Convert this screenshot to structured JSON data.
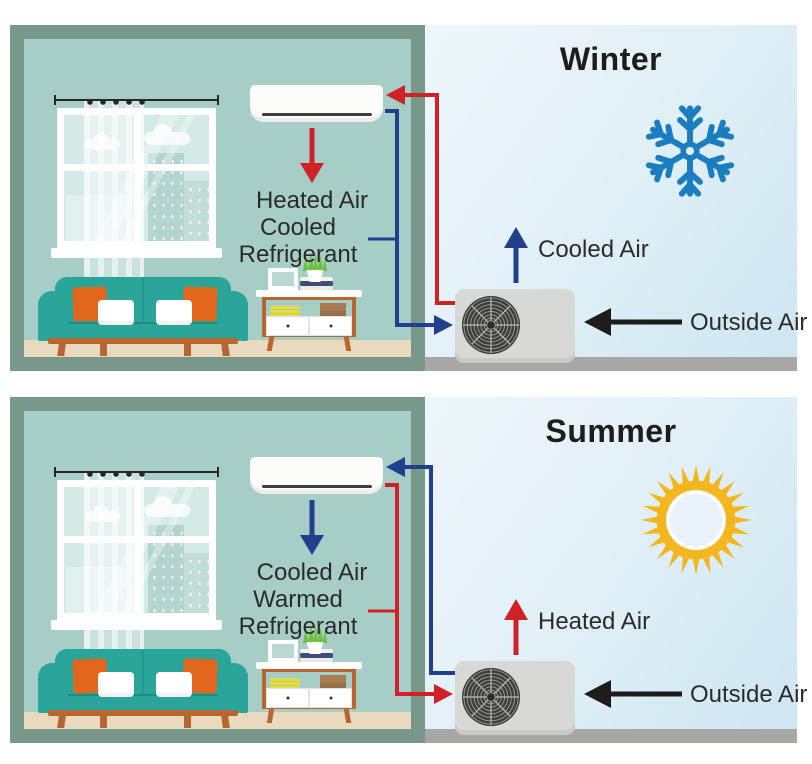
{
  "palette": {
    "red": "#cf2127",
    "blue": "#20408e",
    "arrow-black": "#1c1c1a",
    "sky-light": "#eef7fb",
    "sky-deep": "#cde6f1",
    "ground": "#a7a7a5",
    "wall": "#a6cec7",
    "wall-border": "#78998a",
    "floor": "#e9d9be",
    "sofa": "#29a59a",
    "sofa-dark": "#1d8d84",
    "pillow": "#e2671c",
    "wood": "#b8662f",
    "glass": "#d3eae6",
    "unit": "#d8d8d6",
    "fan": "#3d3d3b",
    "books-yellow": "#e0dc52",
    "plant": "#6fbf44",
    "snowflake": "#1a7cc1",
    "sun": "#f4b61e",
    "title-text": "#1d1d1b",
    "label-text": "#2b2b29"
  },
  "winter": {
    "title": "Winter",
    "season_icon": "snowflake-icon",
    "indoor_air_label": "Heated Air",
    "refrigerant": {
      "line1": "Cooled",
      "line2": "Refrigerant"
    },
    "outdoor_air_label": "Cooled Air",
    "outside_air_label": "Outside Air"
  },
  "summer": {
    "title": "Summer",
    "season_icon": "sun-icon",
    "indoor_air_label": "Cooled Air",
    "refrigerant": {
      "line1": "Warmed",
      "line2": "Refrigerant"
    },
    "outdoor_air_label": "Heated Air",
    "outside_air_label": "Outside Air"
  }
}
